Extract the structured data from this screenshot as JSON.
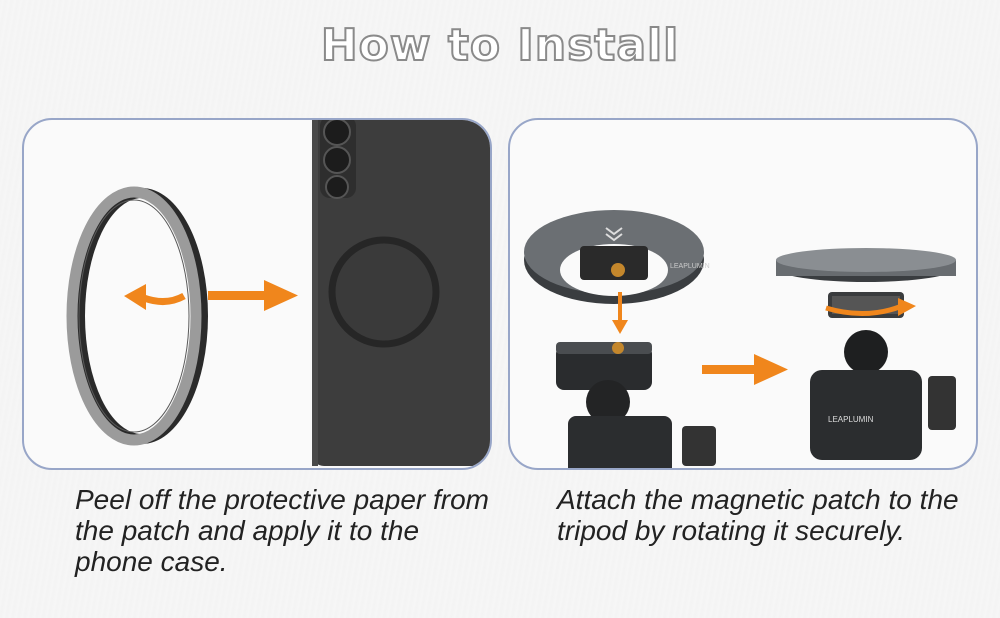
{
  "title": "How to Install",
  "steps": [
    {
      "caption": "Peel off the protective paper from the patch and apply it to the phone case."
    },
    {
      "caption": "Attach the magnetic patch to the tripod by rotating it securely.",
      "brand_label": "LEAPLUMIN"
    }
  ],
  "colors": {
    "accent_arrow": "#f0861c",
    "panel_border": "#98a6c8",
    "phone_case": "#3d3d3d",
    "title_outline": "#8a8a8a"
  },
  "icons": [
    "curved-arrow-icon",
    "right-arrow-icon",
    "down-arrow-icon"
  ]
}
